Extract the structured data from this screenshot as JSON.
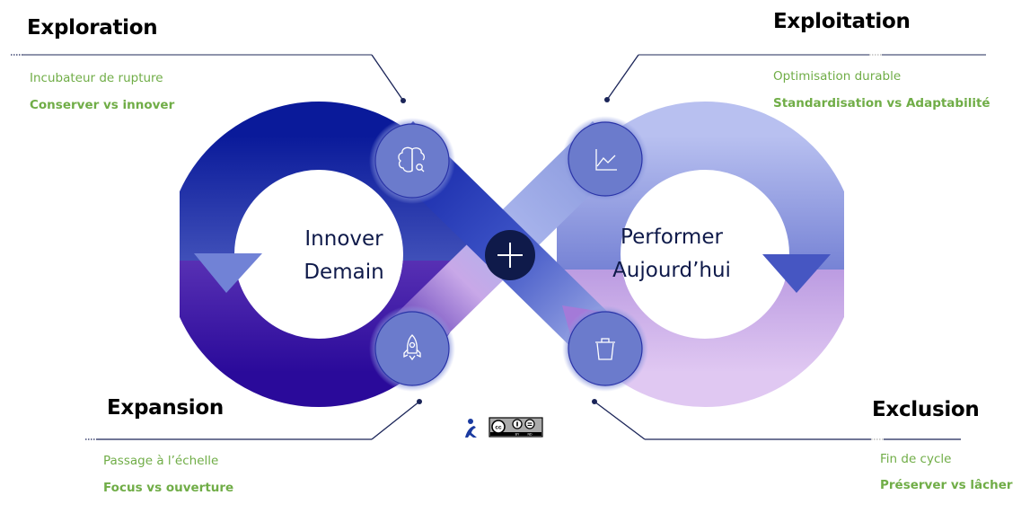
{
  "quadrants": {
    "exploration": {
      "title": "Exploration",
      "subtitle": "Incubateur de rupture",
      "tension": "Conserver vs innover",
      "icon": "brain-search-icon"
    },
    "exploitation": {
      "title": "Exploitation",
      "subtitle": "Optimisation durable",
      "tension": "Standardisation vs Adaptabilité",
      "icon": "line-chart-icon"
    },
    "expansion": {
      "title": "Expansion",
      "subtitle": "Passage à l’échelle",
      "tension": "Focus vs ouverture",
      "icon": "rocket-icon"
    },
    "exclusion": {
      "title": "Exclusion",
      "subtitle": "Fin de cycle",
      "tension": "Préserver vs lâcher",
      "icon": "trash-bin-icon"
    }
  },
  "loops": {
    "left": {
      "line1": "Innover",
      "line2": "Demain"
    },
    "right": {
      "line1": "Performer",
      "line2": "Aujourd’hui"
    }
  },
  "center": {
    "icon": "plus-icon"
  },
  "footer": {
    "logo": "person-logo-icon",
    "license": "CC BY-ND",
    "license_parts": [
      "cc",
      "BY",
      "ND"
    ]
  },
  "colors": {
    "title": "#000000",
    "subtitle_green": "#70ad47",
    "center_text": "#0f1a4a",
    "dark_navy": "#0f1a4a",
    "node_fill": "#6b7bcc",
    "blue_dark": "#0a1a9a",
    "purple_dark": "#3a0aa0",
    "lavender": "#b4bcee",
    "lilac": "#dcc2f0"
  }
}
